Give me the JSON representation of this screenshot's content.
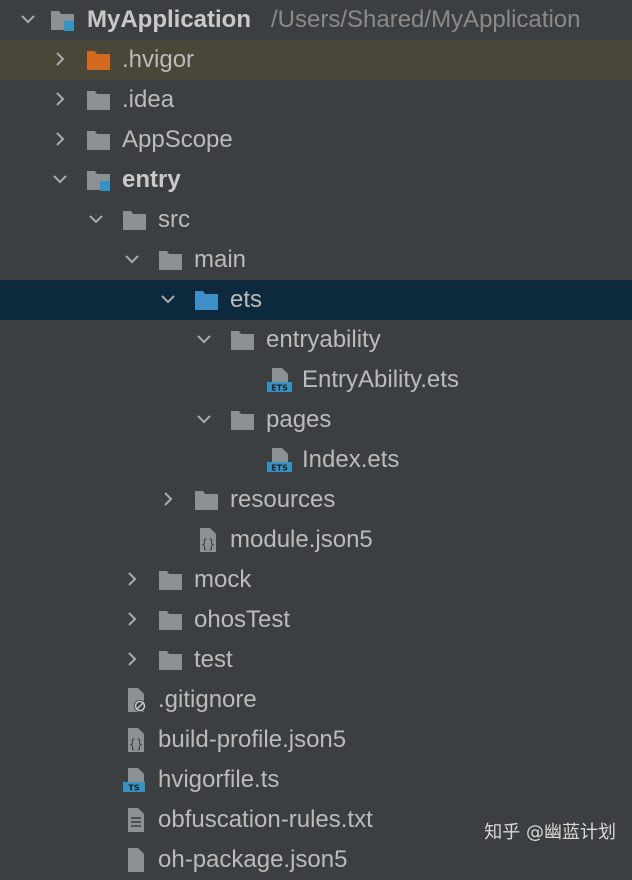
{
  "project": {
    "name": "MyApplication",
    "path": "/Users/Shared/MyApplication"
  },
  "items": {
    "hvigor": ".hvigor",
    "idea": ".idea",
    "appscope": "AppScope",
    "entry": "entry",
    "src": "src",
    "main": "main",
    "ets": "ets",
    "entryability": "entryability",
    "entryability_file": "EntryAbility.ets",
    "pages": "pages",
    "index_file": "Index.ets",
    "resources": "resources",
    "module_json5": "module.json5",
    "mock": "mock",
    "ohostest": "ohosTest",
    "test": "test",
    "gitignore": ".gitignore",
    "build_profile": "build-profile.json5",
    "hvigorfile": "hvigorfile.ts",
    "obfuscation": "obfuscation-rules.txt",
    "partial_last": "oh-package.json5"
  },
  "file_badges": {
    "ets": "ETS",
    "ts": "TS"
  },
  "watermark": "知乎 @幽蓝计划",
  "colors": {
    "background": "#3c3f41",
    "selected_row": "#0d293e",
    "highlight_row": "#4a4638",
    "folder": "#8c9196",
    "folder_blue": "#3d8ec9",
    "folder_orange": "#d2691e",
    "module_badge": "#3592c4"
  }
}
